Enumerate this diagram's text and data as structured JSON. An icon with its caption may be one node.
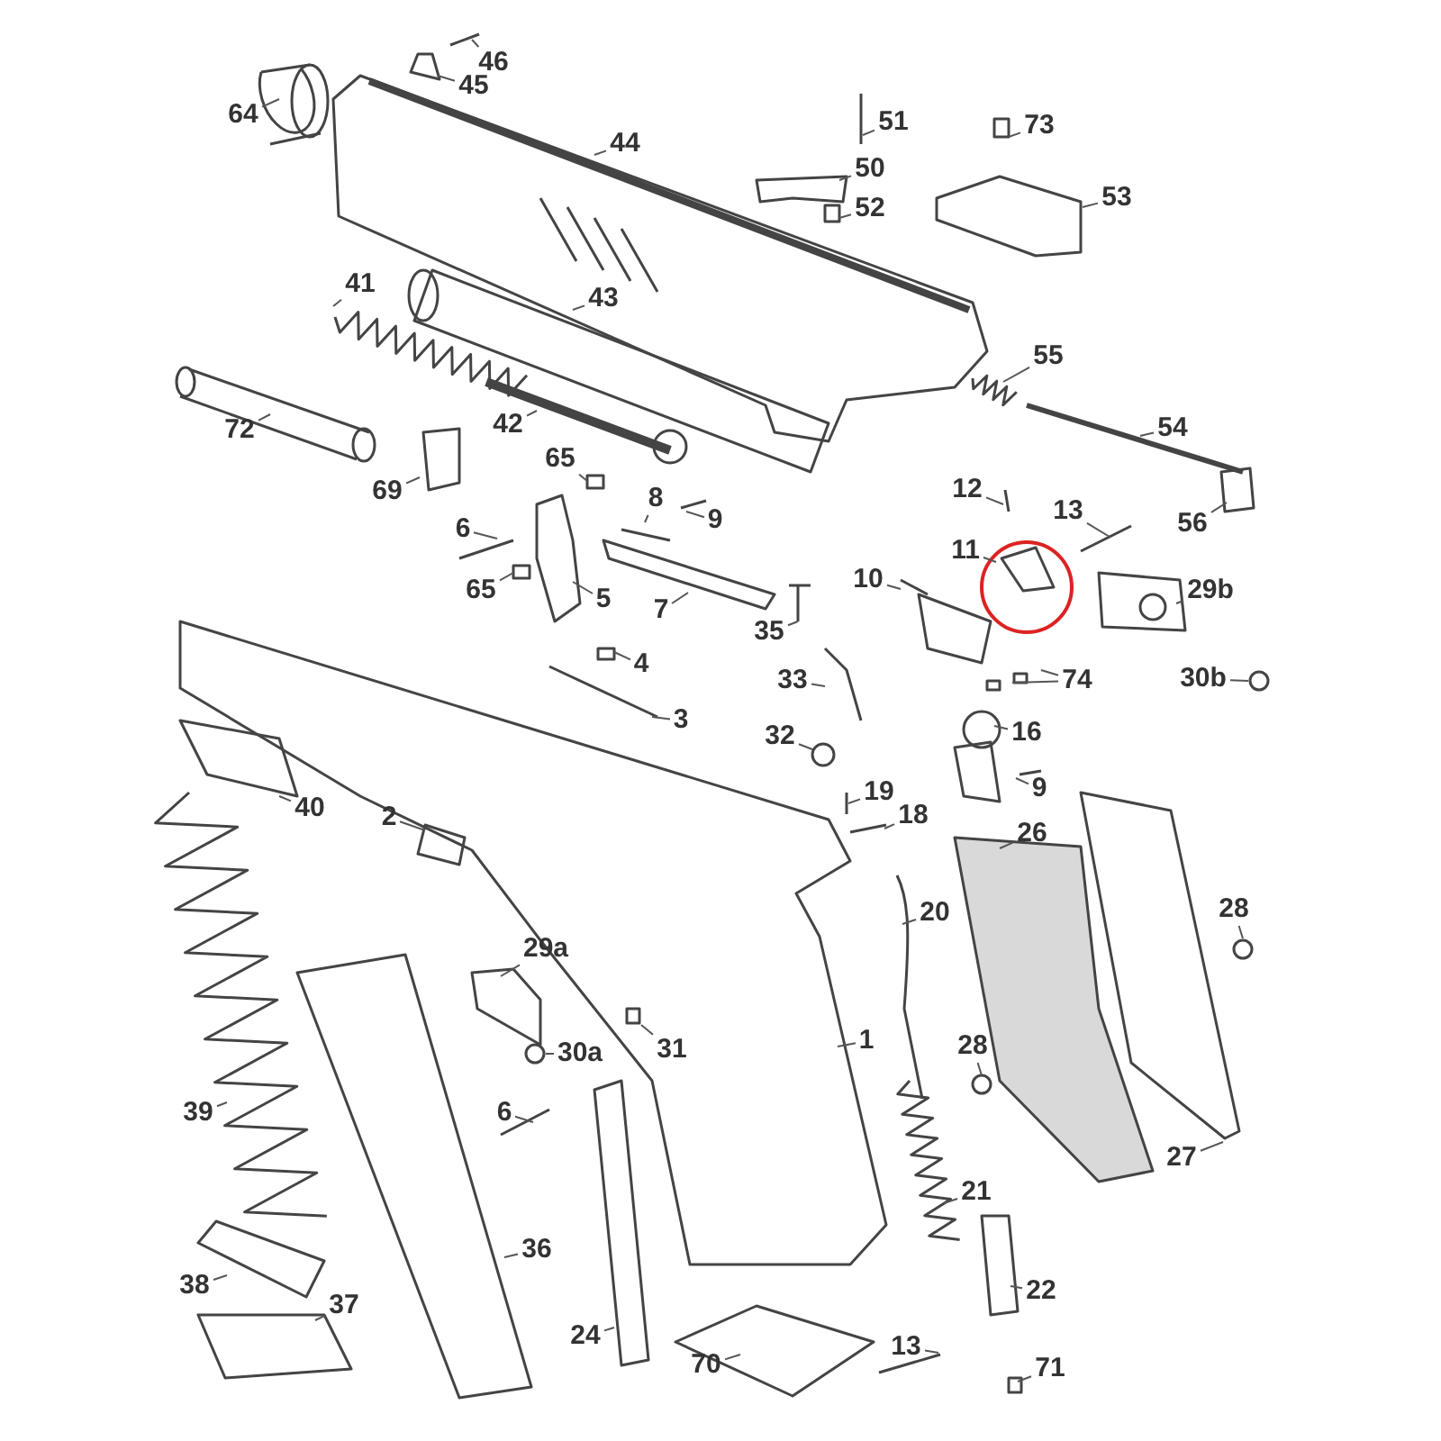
{
  "diagram": {
    "nodes": [
      {
        "text": [
          "46"
        ]
      },
      {
        "text": [
          "45"
        ]
      },
      {
        "text": [
          "64"
        ]
      },
      {
        "text": [
          "44"
        ]
      },
      {
        "text": [
          "51"
        ]
      },
      {
        "text": [
          "50"
        ]
      },
      {
        "text": [
          "52"
        ]
      },
      {
        "text": [
          "73"
        ]
      },
      {
        "text": [
          "53"
        ]
      },
      {
        "text": [
          "55"
        ]
      },
      {
        "text": [
          "54"
        ]
      },
      {
        "text": [
          "56"
        ]
      },
      {
        "text": [
          "41"
        ]
      },
      {
        "text": [
          "43"
        ]
      },
      {
        "text": [
          "72"
        ]
      },
      {
        "text": [
          "42"
        ]
      },
      {
        "text": [
          "69"
        ]
      },
      {
        "text": [
          "65"
        ]
      },
      {
        "text": [
          "8"
        ]
      },
      {
        "text": [
          "9"
        ]
      },
      {
        "text": [
          "6"
        ]
      },
      {
        "text": [
          "65"
        ]
      },
      {
        "text": [
          "5"
        ]
      },
      {
        "text": [
          "7"
        ]
      },
      {
        "text": [
          "12"
        ]
      },
      {
        "text": [
          "13"
        ]
      },
      {
        "text": [
          "11"
        ]
      },
      {
        "text": [
          "10"
        ]
      },
      {
        "text": [
          "29b"
        ]
      },
      {
        "text": [
          "35"
        ]
      },
      {
        "text": [
          "4"
        ]
      },
      {
        "text": [
          "33"
        ]
      },
      {
        "text": [
          "74"
        ]
      },
      {
        "text": [
          "30b"
        ]
      },
      {
        "text": [
          "3"
        ]
      },
      {
        "text": [
          "32"
        ]
      },
      {
        "text": [
          "16"
        ]
      },
      {
        "text": [
          "40"
        ]
      },
      {
        "text": [
          "19"
        ]
      },
      {
        "text": [
          "9"
        ]
      },
      {
        "text": [
          "18"
        ]
      },
      {
        "text": [
          "2"
        ]
      },
      {
        "text": [
          "26"
        ]
      },
      {
        "text": [
          "20"
        ]
      },
      {
        "text": [
          "28"
        ]
      },
      {
        "text": [
          "29a"
        ]
      },
      {
        "text": [
          "30a"
        ]
      },
      {
        "text": [
          "31"
        ]
      },
      {
        "text": [
          "1"
        ]
      },
      {
        "text": [
          "28"
        ]
      },
      {
        "text": [
          "39"
        ]
      },
      {
        "text": [
          "6"
        ]
      },
      {
        "text": [
          "27"
        ]
      },
      {
        "text": [
          "21"
        ]
      },
      {
        "text": [
          "36"
        ]
      },
      {
        "text": [
          "38"
        ]
      },
      {
        "text": [
          "37"
        ]
      },
      {
        "text": [
          "24"
        ]
      },
      {
        "text": [
          "22"
        ]
      },
      {
        "text": [
          "70"
        ]
      },
      {
        "text": [
          "13"
        ]
      },
      {
        "text": [
          "71"
        ]
      }
    ],
    "edges": [
      {
        "from": 0,
        "to": null,
        "arrow": "none"
      },
      {
        "from": 1,
        "to": null,
        "arrow": "none"
      },
      {
        "from": 2,
        "to": null,
        "arrow": "none"
      },
      {
        "from": 3,
        "to": null,
        "arrow": "none"
      },
      {
        "from": 4,
        "to": null,
        "arrow": "none"
      },
      {
        "from": 5,
        "to": null,
        "arrow": "none"
      },
      {
        "from": 6,
        "to": null,
        "arrow": "none"
      },
      {
        "from": 7,
        "to": null,
        "arrow": "none"
      },
      {
        "from": 8,
        "to": null,
        "arrow": "none"
      },
      {
        "from": 9,
        "to": null,
        "arrow": "none"
      },
      {
        "from": 10,
        "to": null,
        "arrow": "none"
      },
      {
        "from": 11,
        "to": null,
        "arrow": "none"
      },
      {
        "from": 12,
        "to": null,
        "arrow": "none"
      },
      {
        "from": 13,
        "to": null,
        "arrow": "none"
      },
      {
        "from": 14,
        "to": null,
        "arrow": "none"
      },
      {
        "from": 15,
        "to": null,
        "arrow": "none"
      },
      {
        "from": 16,
        "to": null,
        "arrow": "none"
      },
      {
        "from": 17,
        "to": null,
        "arrow": "none"
      },
      {
        "from": 18,
        "to": null,
        "arrow": "none"
      },
      {
        "from": 19,
        "to": null,
        "arrow": "none"
      },
      {
        "from": 20,
        "to": null,
        "arrow": "none"
      },
      {
        "from": 21,
        "to": null,
        "arrow": "none"
      },
      {
        "from": 22,
        "to": null,
        "arrow": "none"
      },
      {
        "from": 23,
        "to": null,
        "arrow": "none"
      },
      {
        "from": 24,
        "to": null,
        "arrow": "none"
      },
      {
        "from": 25,
        "to": null,
        "arrow": "none"
      },
      {
        "from": 26,
        "to": null,
        "arrow": "none"
      },
      {
        "from": 27,
        "to": null,
        "arrow": "none"
      },
      {
        "from": 28,
        "to": null,
        "arrow": "none"
      },
      {
        "from": 29,
        "to": null,
        "arrow": "none"
      },
      {
        "from": 30,
        "to": null,
        "arrow": "none"
      },
      {
        "from": 31,
        "to": null,
        "arrow": "none"
      },
      {
        "from": 32,
        "to": null,
        "arrow": "none"
      },
      {
        "from": 32,
        "to": null,
        "arrow": "none"
      },
      {
        "from": 33,
        "to": null,
        "arrow": "none"
      },
      {
        "from": 34,
        "to": null,
        "arrow": "none"
      },
      {
        "from": 35,
        "to": null,
        "arrow": "none"
      },
      {
        "from": 36,
        "to": null,
        "arrow": "none"
      },
      {
        "from": 37,
        "to": null,
        "arrow": "none"
      },
      {
        "from": 38,
        "to": null,
        "arrow": "none"
      },
      {
        "from": 39,
        "to": null,
        "arrow": "none"
      },
      {
        "from": 40,
        "to": null,
        "arrow": "none"
      },
      {
        "from": 41,
        "to": null,
        "arrow": "none"
      },
      {
        "from": 42,
        "to": null,
        "arrow": "none"
      },
      {
        "from": 43,
        "to": null,
        "arrow": "none"
      },
      {
        "from": 44,
        "to": null,
        "arrow": "none"
      },
      {
        "from": 45,
        "to": null,
        "arrow": "none"
      },
      {
        "from": 46,
        "to": null,
        "arrow": "none"
      },
      {
        "from": 47,
        "to": null,
        "arrow": "none"
      },
      {
        "from": 48,
        "to": null,
        "arrow": "none"
      },
      {
        "from": 49,
        "to": null,
        "arrow": "none"
      },
      {
        "from": 50,
        "to": null,
        "arrow": "none"
      },
      {
        "from": 51,
        "to": null,
        "arrow": "none"
      },
      {
        "from": 52,
        "to": null,
        "arrow": "none"
      },
      {
        "from": 53,
        "to": null,
        "arrow": "none"
      },
      {
        "from": 54,
        "to": null,
        "arrow": "none"
      },
      {
        "from": 55,
        "to": null,
        "arrow": "none"
      },
      {
        "from": 56,
        "to": null,
        "arrow": "none"
      },
      {
        "from": 57,
        "to": null,
        "arrow": "none"
      },
      {
        "from": 58,
        "to": null,
        "arrow": "none"
      },
      {
        "from": 59,
        "to": null,
        "arrow": "none"
      },
      {
        "from": 60,
        "to": null,
        "arrow": "none"
      },
      {
        "from": 61,
        "to": null,
        "arrow": "none"
      }
    ]
  }
}
